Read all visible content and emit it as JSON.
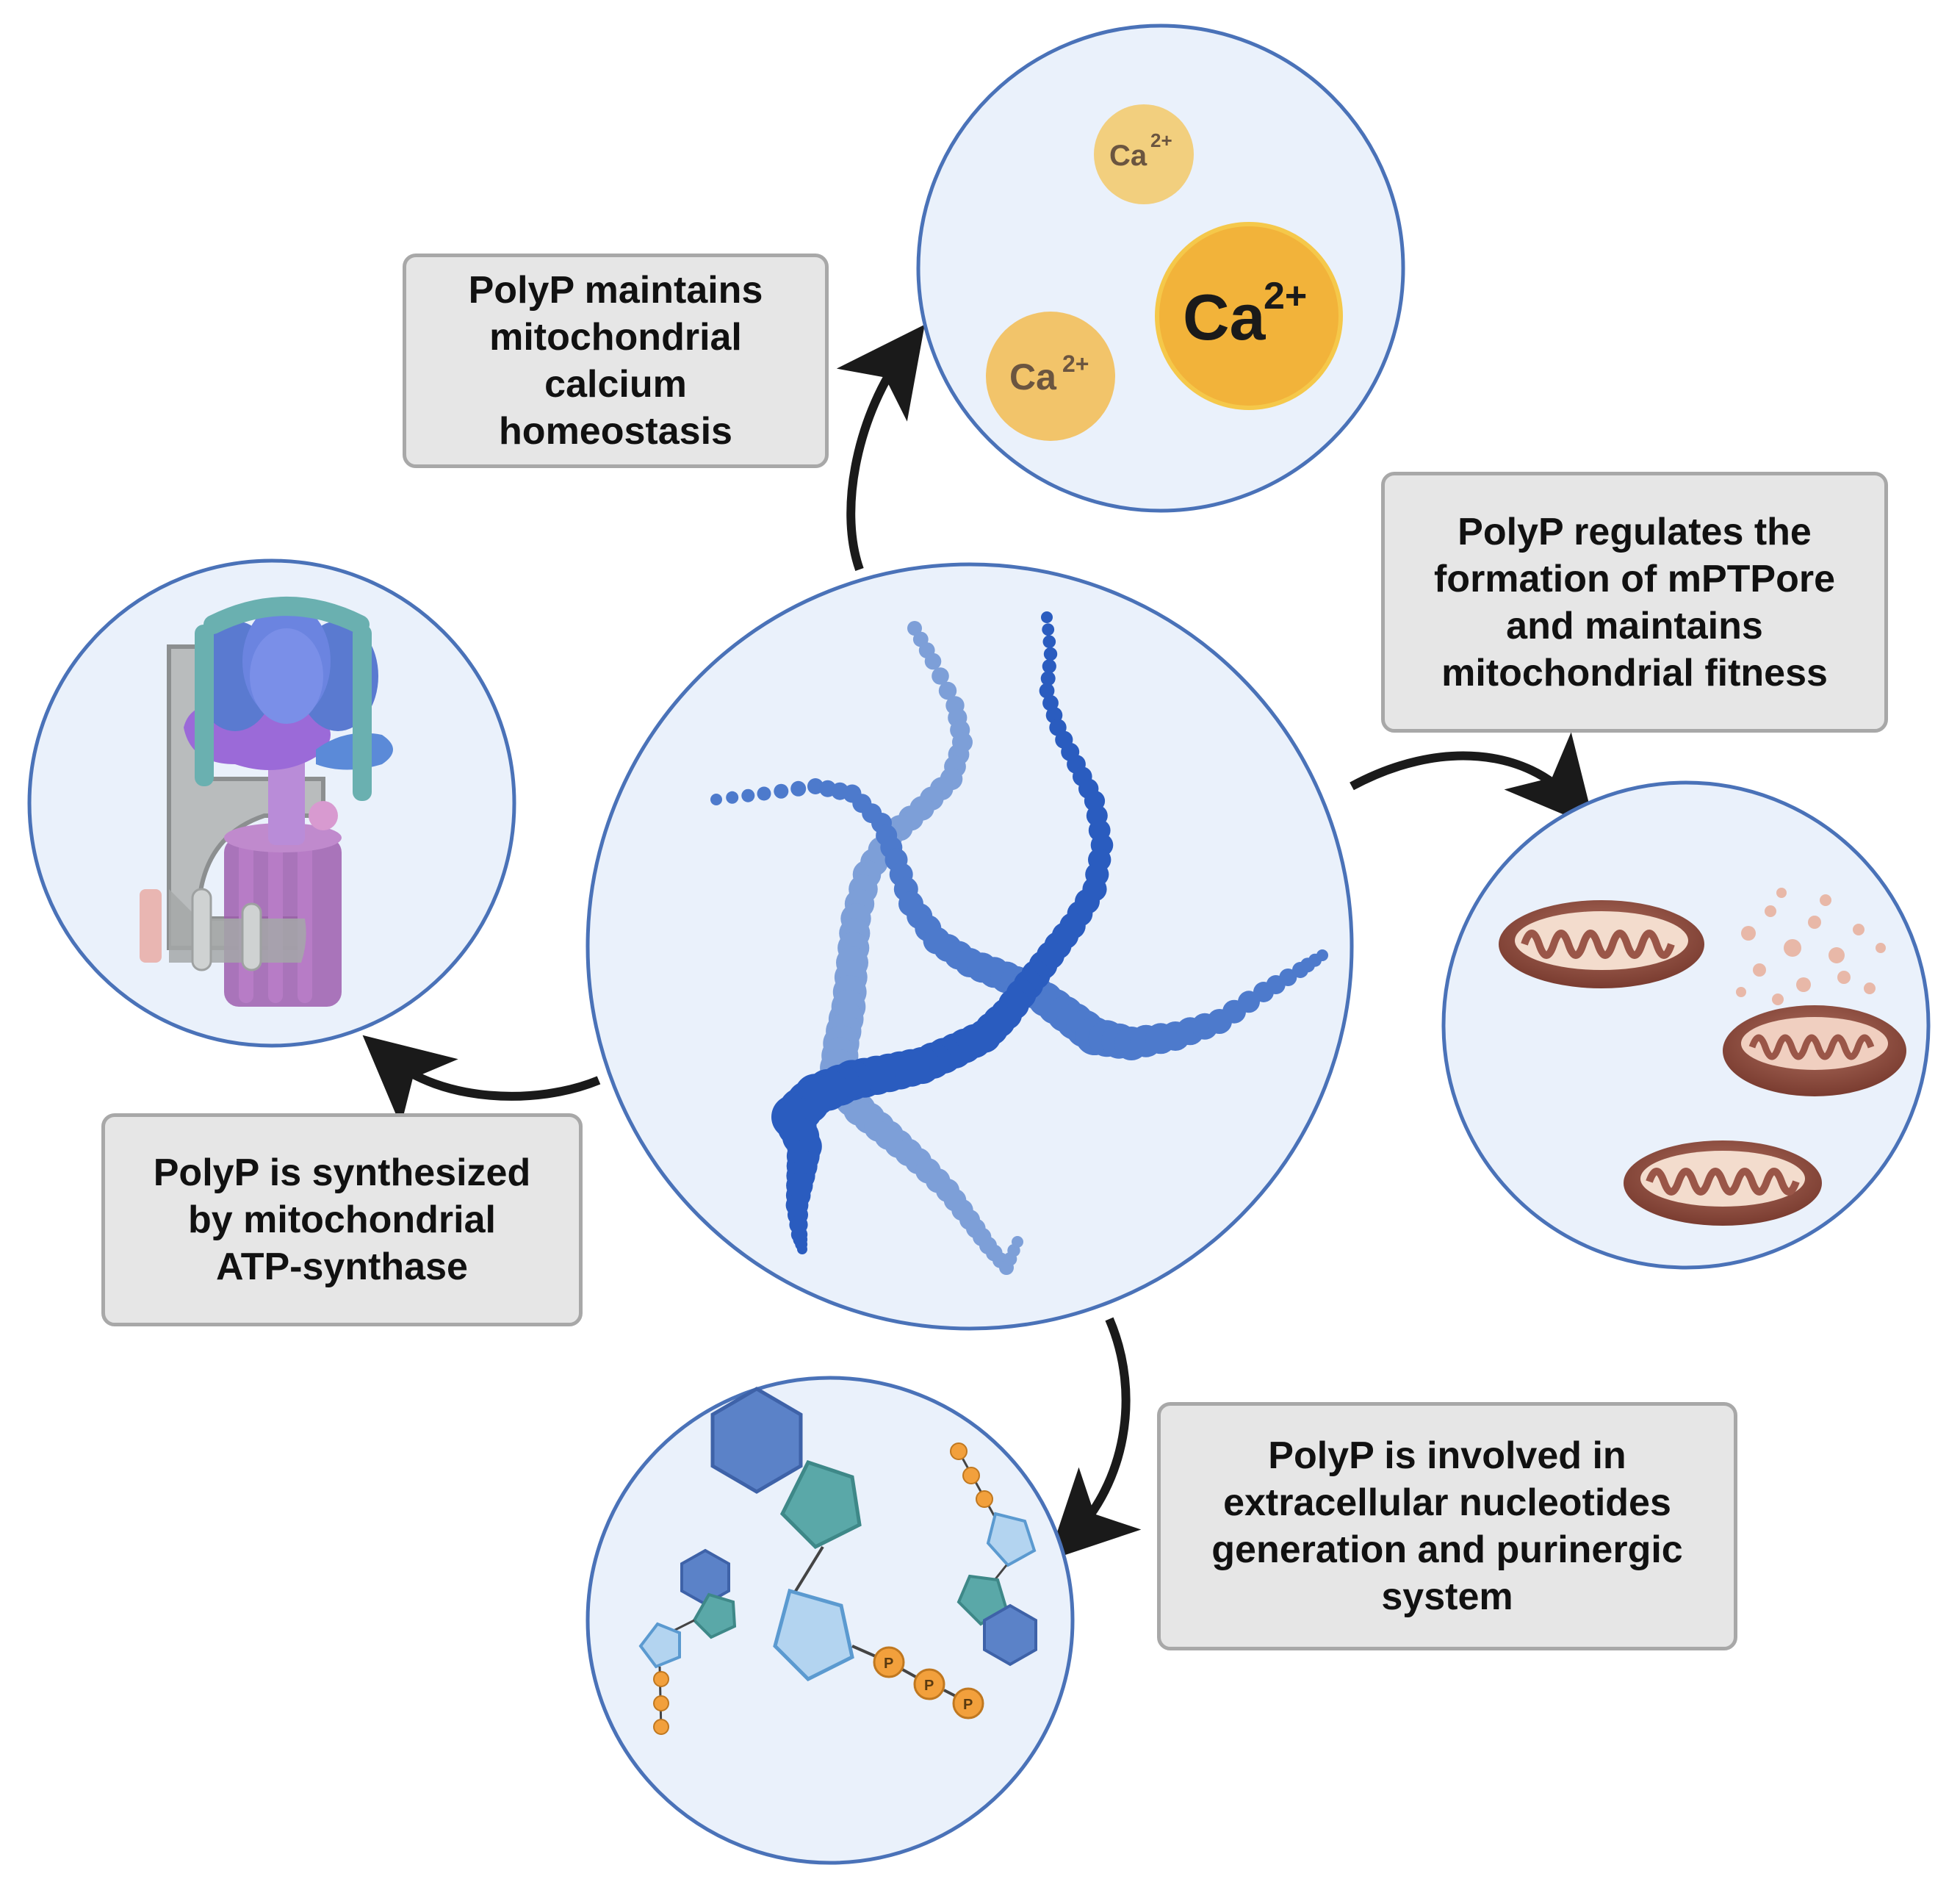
{
  "captions": {
    "calcium": "PolyP maintains\nmitochondrial\ncalcium\nhomeostasis",
    "mptp": "PolyP regulates the\nformation of mPTPore\nand maintains\nmitochondrial fitness",
    "atp": "PolyP is synthesized\nby mitochondrial\nATP-synthase",
    "nucleotides": "PolyP is involved in\nextracellular nucleotides\ngeneration and purinergic\nsystem"
  },
  "ions": {
    "base": "Ca",
    "charge": "2+"
  },
  "phosphate_label": "P",
  "colors": {
    "circle_fill": "#eaf1fb",
    "circle_stroke": "#4a72b8",
    "caption_fill": "#e6e6e6",
    "caption_stroke": "#a8a8a8",
    "arrow": "#1a1a1a",
    "calcium_small": "#f2cf7e",
    "calcium_large": "#f2b33a",
    "polyp_dark": "#2a5cbf",
    "polyp_mid": "#4d7acc",
    "polyp_light": "#7d9fd8",
    "mitochondria": "#8c4a3e",
    "phosphate": "#f2a03c"
  }
}
